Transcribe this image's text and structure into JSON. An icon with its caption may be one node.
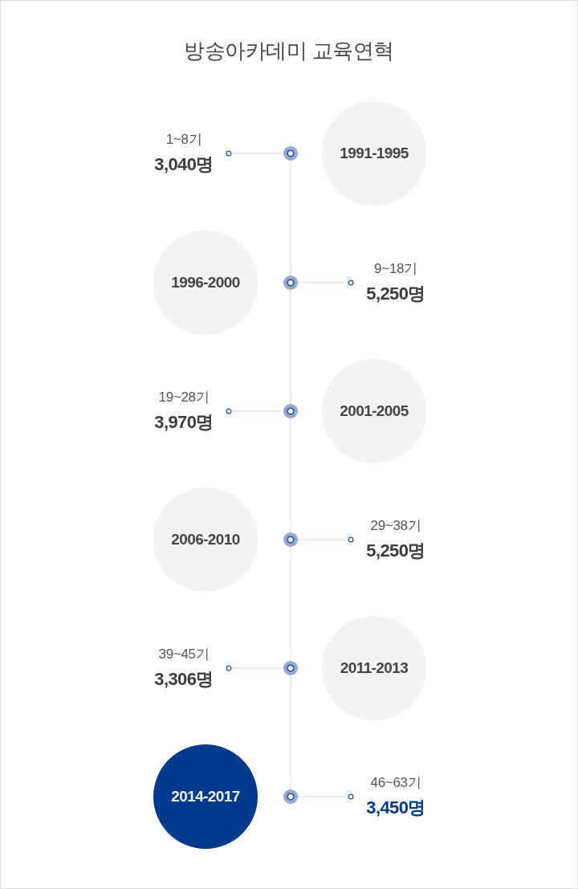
{
  "diagram": {
    "title": "방송아카데미 교육연혁",
    "nodes": [
      {
        "text": [
          "1991-1995"
        ]
      },
      {
        "text": [],
        "shape": "circle"
      },
      {
        "text": [
          "1~8기",
          "3,040명"
        ]
      },
      {
        "text": [
          "1996-2000"
        ]
      },
      {
        "text": [],
        "shape": "circle"
      },
      {
        "text": [
          "9~18기",
          "5,250명"
        ]
      },
      {
        "text": [
          "2001-2005"
        ]
      },
      {
        "text": [],
        "shape": "circle"
      },
      {
        "text": [
          "19~28기",
          "3,970명"
        ]
      },
      {
        "text": [
          "2006-2010"
        ]
      },
      {
        "text": [],
        "shape": "circle"
      },
      {
        "text": [
          "29~38기",
          "5,250명"
        ]
      },
      {
        "text": [
          "2011-2013"
        ]
      },
      {
        "text": [],
        "shape": "circle"
      },
      {
        "text": [
          "39~45기",
          "3,306명"
        ]
      },
      {
        "text": [
          "2014-2017"
        ]
      },
      {
        "text": [],
        "shape": "circle"
      },
      {
        "text": [
          "46~63기",
          "3,450명"
        ]
      }
    ],
    "edges": [
      {
        "from": 1,
        "to": 2,
        "arrow": "other"
      },
      {
        "from": 1,
        "to": 4,
        "arrow": "none"
      },
      {
        "from": 4,
        "to": 5,
        "arrow": "other"
      },
      {
        "from": 4,
        "to": 7,
        "arrow": "none"
      },
      {
        "from": 7,
        "to": 8,
        "arrow": "other"
      },
      {
        "from": 7,
        "to": 10,
        "arrow": "none"
      },
      {
        "from": 10,
        "to": 11,
        "arrow": "other"
      },
      {
        "from": 10,
        "to": 13,
        "arrow": "none"
      },
      {
        "from": 13,
        "to": 14,
        "arrow": "other"
      },
      {
        "from": 13,
        "to": 16,
        "arrow": "none"
      },
      {
        "from": 16,
        "to": 17,
        "arrow": "other"
      }
    ]
  }
}
